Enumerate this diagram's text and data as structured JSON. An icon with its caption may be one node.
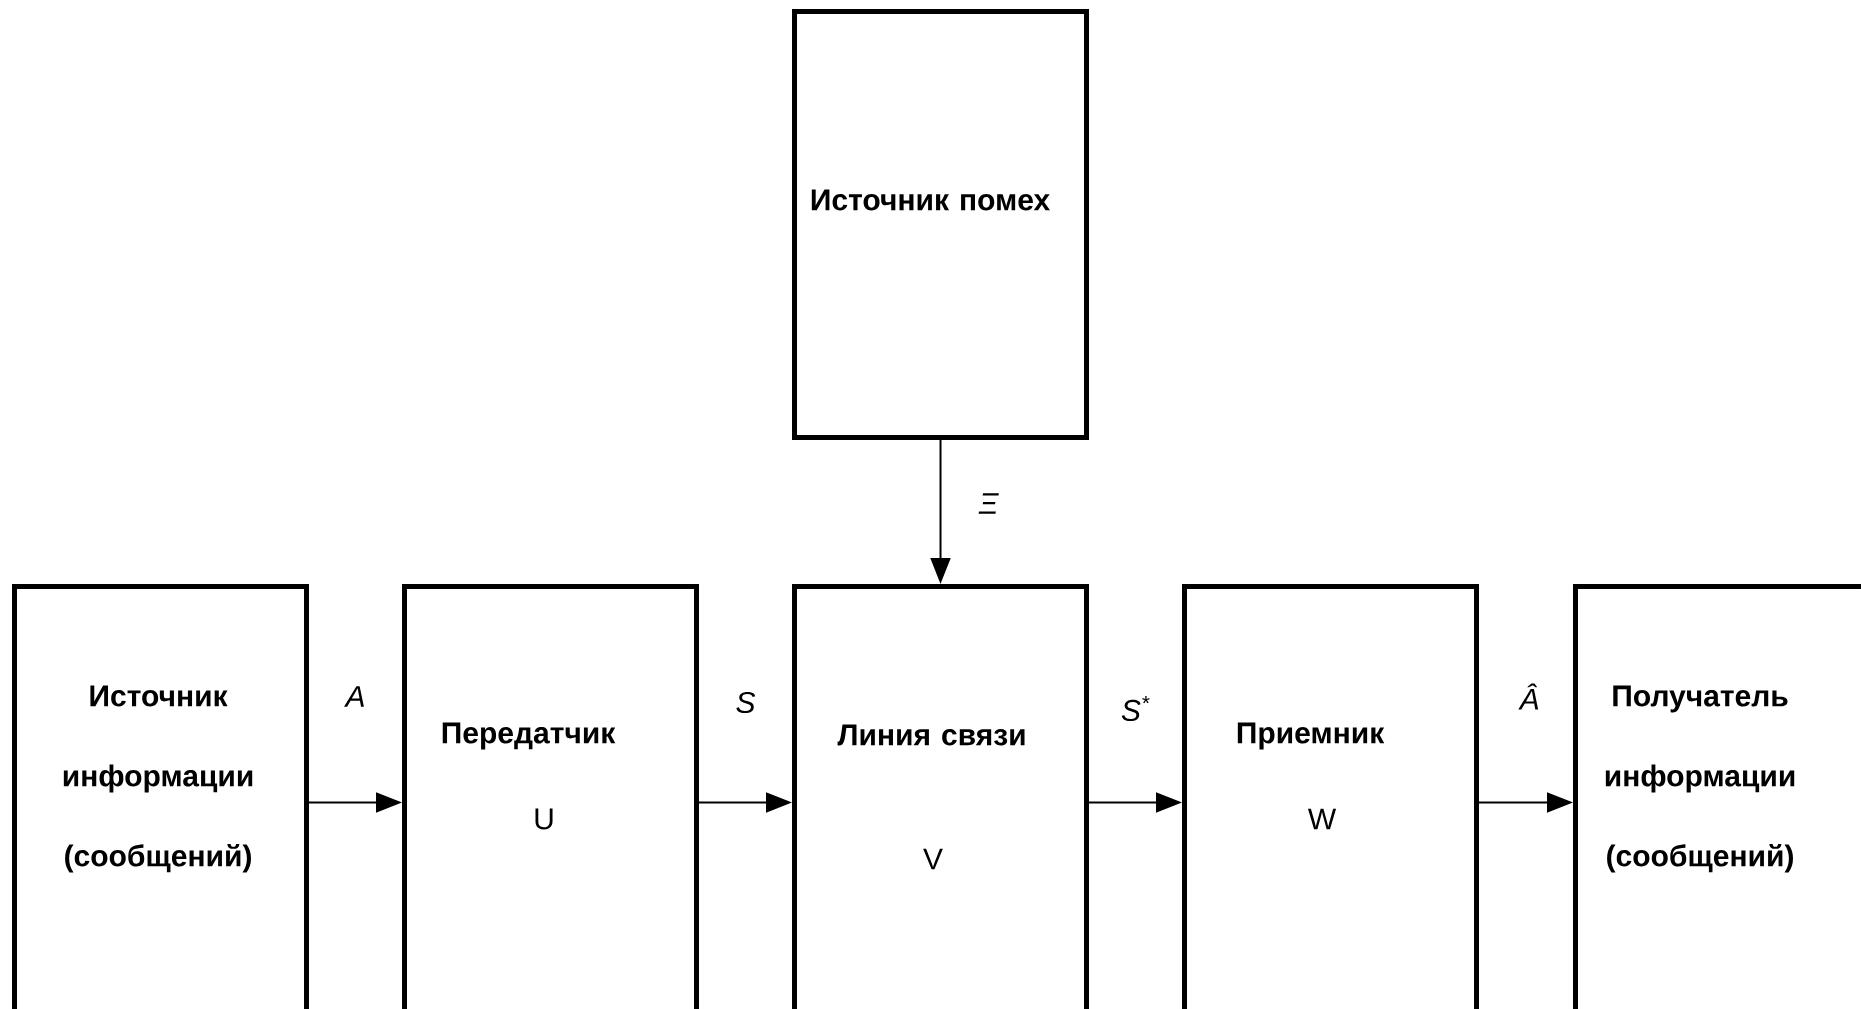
{
  "diagram": {
    "nodes": [
      {
        "text": [
          "Источник помех"
        ]
      },
      {
        "text": [
          "Источник информации (сообщений)"
        ]
      },
      {
        "text": [
          "Передатчик",
          "U"
        ]
      },
      {
        "text": [
          "Линия связи",
          "V"
        ]
      },
      {
        "text": [
          "Приемник",
          "W"
        ]
      },
      {
        "text": [
          "Получатель информации (сообщений)"
        ]
      }
    ],
    "edges": [
      {
        "from": 1,
        "to": 2,
        "arrow": "to",
        "label": "A"
      },
      {
        "from": 2,
        "to": 3,
        "arrow": "to",
        "label": "S"
      },
      {
        "from": 3,
        "to": 4,
        "arrow": "to",
        "label": "S$^{*}$"
      },
      {
        "from": 4,
        "to": 5,
        "arrow": "to",
        "label": "Â"
      },
      {
        "from": 0,
        "to": 3,
        "arrow": "to",
        "label": "Ξ"
      }
    ]
  }
}
